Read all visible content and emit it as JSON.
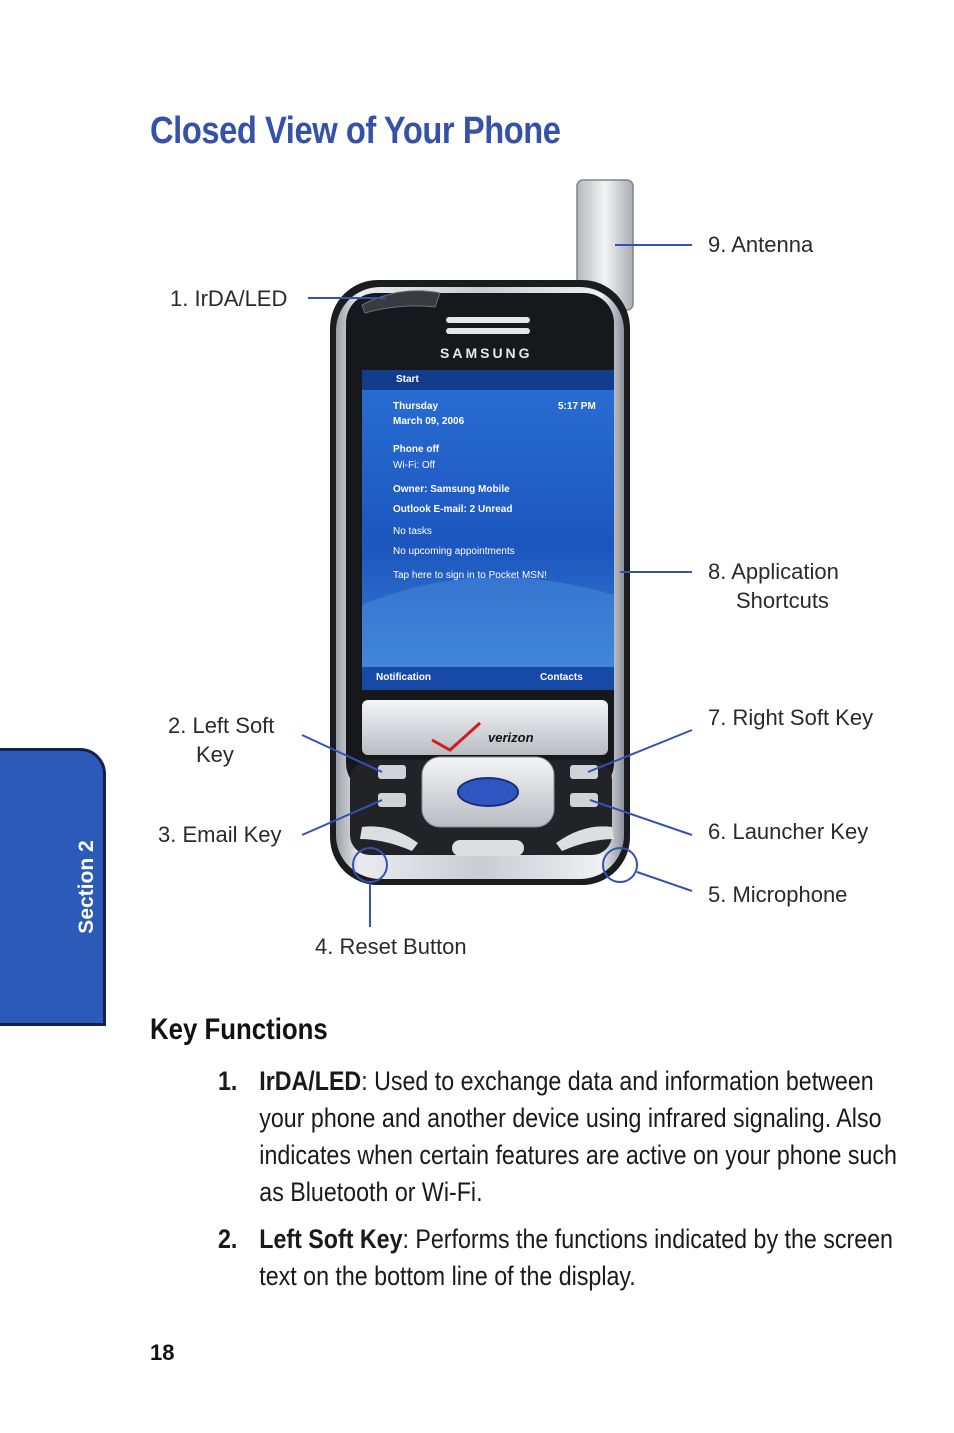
{
  "page": {
    "title": "Closed View of Your Phone",
    "section_tab": "Section 2",
    "page_number": "18"
  },
  "figure": {
    "callouts": [
      {
        "id": "antenna",
        "text": "9. Antenna"
      },
      {
        "id": "irda",
        "text": "1. IrDA/LED"
      },
      {
        "id": "app-shortcuts-1",
        "text": "8. Application"
      },
      {
        "id": "app-shortcuts-2",
        "text": "Shortcuts"
      },
      {
        "id": "left-soft-1",
        "text": "2. Left Soft"
      },
      {
        "id": "left-soft-2",
        "text": "Key"
      },
      {
        "id": "right-soft",
        "text": "7. Right Soft Key"
      },
      {
        "id": "email",
        "text": "3. Email Key"
      },
      {
        "id": "launcher",
        "text": "6. Launcher Key"
      },
      {
        "id": "microphone",
        "text": "5. Microphone"
      },
      {
        "id": "reset",
        "text": "4. Reset Button"
      }
    ],
    "phone": {
      "brand": "SAMSUNG",
      "carrier": "verizon",
      "screen": {
        "start": "Start",
        "time": "5:17 PM",
        "rows": [
          {
            "line1": "Thursday",
            "line2": "March 09, 2006"
          },
          {
            "line1": "Phone off",
            "line2": "Wi-Fi: Off"
          },
          {
            "line1": "Owner: Samsung Mobile"
          },
          {
            "line1": "Outlook E-mail: 2 Unread"
          },
          {
            "line1": "No tasks"
          },
          {
            "line1": "No upcoming appointments"
          },
          {
            "line1": "Tap here to sign in to Pocket MSN!"
          }
        ],
        "soft_left": "Notification",
        "soft_right": "Contacts"
      }
    }
  },
  "key_functions": {
    "heading": "Key Functions",
    "items": [
      {
        "num": "1.",
        "term": "IrDA/LED",
        "text": ": Used to exchange data and information between your phone and another device using infrared signaling. Also indicates when certain features are active on your phone such as Bluetooth or Wi-Fi."
      },
      {
        "num": "2.",
        "term": "Left Soft Key",
        "text": ": Performs the functions indicated by the screen text on the bottom line of the display."
      }
    ]
  },
  "colors": {
    "title": "#3651a8",
    "section_tab": "#2b5ab8",
    "callout_line": "#3452b4",
    "screen": "#1f5fc4"
  }
}
